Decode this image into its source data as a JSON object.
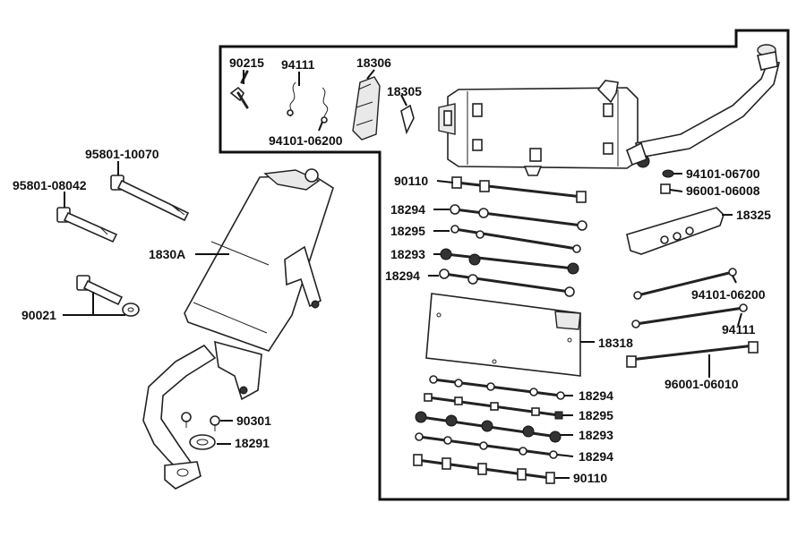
{
  "labels": {
    "l90215": "90215",
    "l94111a": "94111",
    "l18306": "18306",
    "l18305": "18305",
    "l94101_06200a": "94101-06200",
    "l95801_10070": "95801-10070",
    "l95801_08042": "95801-08042",
    "l1830A": "1830A",
    "l90021": "90021",
    "l90301": "90301",
    "l18291": "18291",
    "l90110a": "90110",
    "l18294a": "18294",
    "l18295a": "18295",
    "l18293a": "18293",
    "l18294b": "18294",
    "l94101_06700": "94101-06700",
    "l96001_06008": "96001-06008",
    "l18325": "18325",
    "l94101_06200b": "94101-06200",
    "l94111b": "94111",
    "l18318": "18318",
    "l96001_06010": "96001-06010",
    "l18294c": "18294",
    "l18295b": "18295",
    "l18293b": "18293",
    "l18294d": "18294",
    "l90110b": "90110"
  }
}
